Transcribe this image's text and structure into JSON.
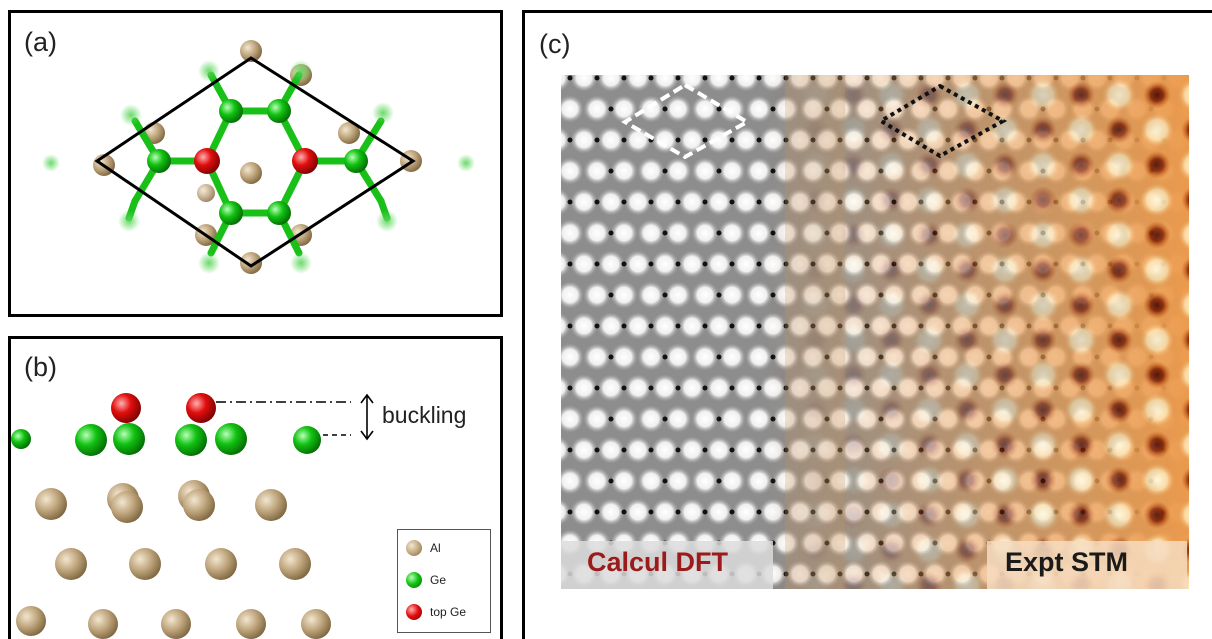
{
  "panel_a": {
    "label": "(a)"
  },
  "panel_b": {
    "label": "(b)",
    "annotation": "buckling",
    "legend": [
      {
        "label": "Al",
        "color": "#bba178"
      },
      {
        "label": "Ge",
        "color": "#12c312"
      },
      {
        "label": "top Ge",
        "color": "#e20e0e"
      }
    ]
  },
  "panel_c": {
    "label": "(c)",
    "left_caption": "Calcul DFT",
    "right_caption": "Expt STM",
    "left_caption_color": "#9b1b1b",
    "right_caption_color": "#1a1a1a"
  },
  "colors": {
    "al": "#bba178",
    "ge": "#12c312",
    "top_ge": "#e20e0e"
  }
}
